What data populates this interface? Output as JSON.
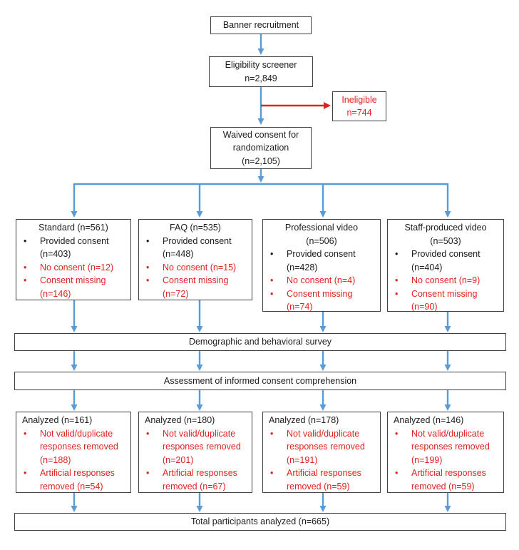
{
  "colors": {
    "arrow_blue": "#5b9bd5",
    "alert_red": "#e0231f",
    "box_border": "#3f3f3f",
    "text_dark": "#1c1c1c",
    "background": "#ffffff"
  },
  "top": {
    "banner": {
      "label": "Banner recruitment"
    },
    "eligibility": {
      "lines": [
        "Eligibility screener",
        "n=2,849"
      ]
    },
    "ineligible": {
      "lines": [
        "Ineligible",
        "n=744"
      ]
    },
    "waived": {
      "lines": [
        "Waived consent for",
        "randomization",
        "(n=2,105)"
      ]
    }
  },
  "arms": [
    {
      "title_lines": [
        "Standard (n=561)"
      ],
      "bullets": [
        {
          "text": "Provided consent (n=403)",
          "tone": "dark"
        },
        {
          "text": "No consent (n=12)",
          "tone": "red"
        },
        {
          "text": "Consent missing (n=146)",
          "tone": "red"
        }
      ]
    },
    {
      "title_lines": [
        "FAQ (n=535)"
      ],
      "bullets": [
        {
          "text": "Provided consent (n=448)",
          "tone": "dark"
        },
        {
          "text": "No consent (n=15)",
          "tone": "red"
        },
        {
          "text": "Consent missing (n=72)",
          "tone": "red"
        }
      ]
    },
    {
      "title_lines": [
        "Professional video",
        "(n=506)"
      ],
      "bullets": [
        {
          "text": "Provided consent (n=428)",
          "tone": "dark"
        },
        {
          "text": "No consent (n=4)",
          "tone": "red"
        },
        {
          "text": "Consent missing (n=74)",
          "tone": "red"
        }
      ]
    },
    {
      "title_lines": [
        "Staff-produced video",
        "(n=503)"
      ],
      "bullets": [
        {
          "text": "Provided consent (n=404)",
          "tone": "dark"
        },
        {
          "text": "No consent (n=9)",
          "tone": "red"
        },
        {
          "text": "Consent missing (n=90)",
          "tone": "red"
        }
      ]
    }
  ],
  "bars": {
    "survey": "Demographic and behavioral survey",
    "assessment": "Assessment of informed consent comprehension",
    "total": "Total participants analyzed (n=665)"
  },
  "analyzed": [
    {
      "title": "Analyzed (n=161)",
      "bullets": [
        {
          "text": "Not valid/duplicate responses removed (n=188)",
          "tone": "red"
        },
        {
          "text": "Artificial responses removed (n=54)",
          "tone": "red"
        }
      ]
    },
    {
      "title": "Analyzed (n=180)",
      "bullets": [
        {
          "text": "Not valid/duplicate responses removed (n=201)",
          "tone": "red"
        },
        {
          "text": "Artificial responses removed (n=67)",
          "tone": "red"
        }
      ]
    },
    {
      "title": "Analyzed (n=178)",
      "bullets": [
        {
          "text": "Not valid/duplicate responses removed (n=191)",
          "tone": "red"
        },
        {
          "text": "Artificial responses removed (n=59)",
          "tone": "red"
        }
      ]
    },
    {
      "title": "Analyzed (n=146)",
      "bullets": [
        {
          "text": "Not valid/duplicate responses removed (n=199)",
          "tone": "red"
        },
        {
          "text": "Artificial responses removed (n=59)",
          "tone": "red"
        }
      ]
    }
  ]
}
